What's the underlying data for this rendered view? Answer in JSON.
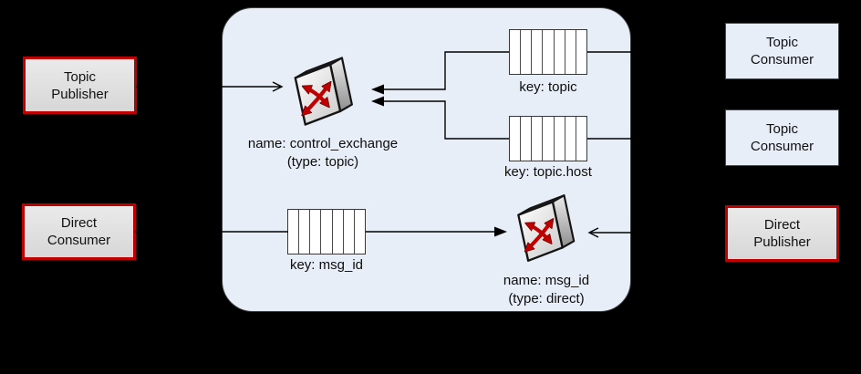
{
  "diagram": {
    "kind": "message-broker-topology",
    "colors": {
      "background": "#000000",
      "broker_fill": "#e8eef7",
      "broker_border": "#3f3f3f",
      "publisher_box_fill": "#dfdfdf",
      "publisher_box_border": "#c00000",
      "consumer_box_fill": "#e8eef7",
      "consumer_box_border": "#44484f",
      "queue_fill": "#ffffff",
      "connector_line": "#000000",
      "exchange_arrow_red": "#c00000"
    }
  },
  "nodes": {
    "topic_publisher": {
      "line1": "Topic",
      "line2": "Publisher"
    },
    "direct_consumer": {
      "line1": "Direct",
      "line2": "Consumer"
    },
    "topic_consumer_1": {
      "line1": "Topic",
      "line2": "Consumer"
    },
    "topic_consumer_2": {
      "line1": "Topic",
      "line2": "Consumer"
    },
    "direct_publisher": {
      "line1": "Direct",
      "line2": "Publisher"
    }
  },
  "exchanges": {
    "control": {
      "name_label": "name: control_exchange",
      "type_label": "(type: topic)",
      "icon": "exchange-switch-icon"
    },
    "direct": {
      "name_label": "name: msg_id",
      "type_label": "(type: direct)",
      "icon": "exchange-switch-icon"
    }
  },
  "queues": {
    "topic": {
      "label": "key: topic",
      "cells": 7
    },
    "topic_host": {
      "label": "key: topic.host",
      "cells": 7
    },
    "msg_id": {
      "label": "key: msg_id",
      "cells": 7
    }
  }
}
